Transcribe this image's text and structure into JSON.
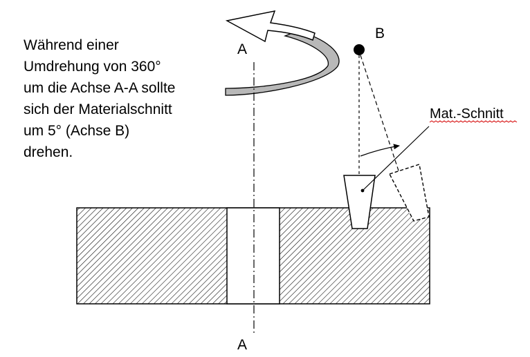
{
  "description_lines": [
    "Während einer",
    "Umdrehung von 360°",
    "um die Achse A-A sollte",
    "sich der Materialschnitt",
    "um 5° (Achse B)",
    "drehen."
  ],
  "axis_a_top_label": "A",
  "axis_a_bottom_label": "A",
  "axis_b_label": "B",
  "cut_label": "Mat.-Schnitt",
  "colors": {
    "line": "#000000",
    "arrow_band": "#b8b8b8",
    "spellcheck_underline": "#d40000"
  },
  "icons": [
    "rotation-arrow-icon",
    "pivot-point-icon",
    "angle-arrow-icon"
  ]
}
